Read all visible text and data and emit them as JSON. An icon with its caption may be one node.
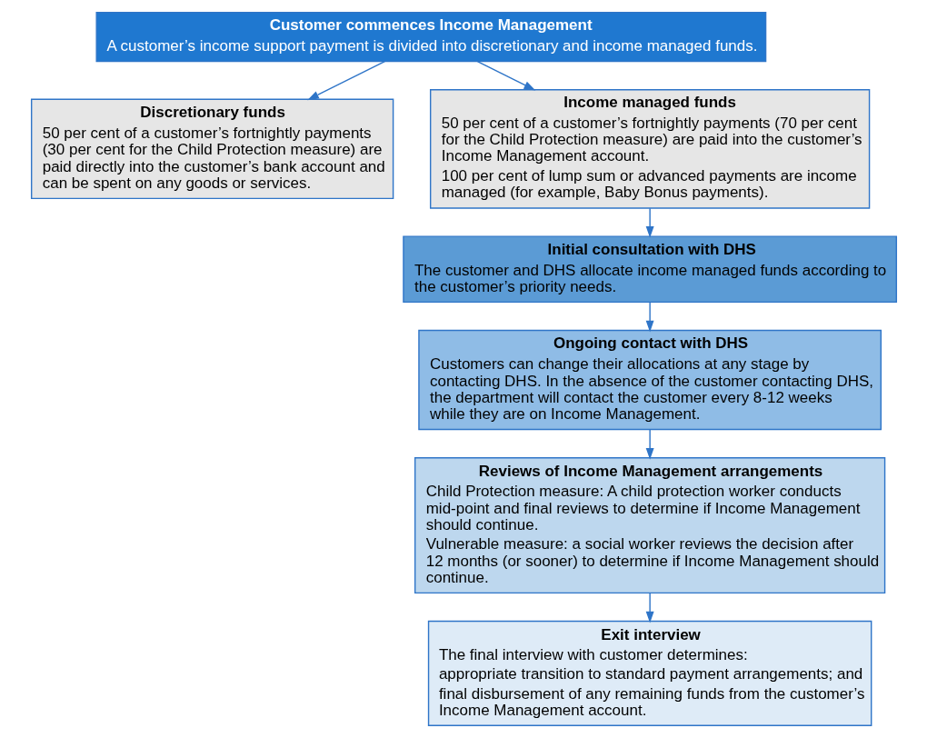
{
  "diagram": {
    "nodes": [
      {
        "text": [
          "Customer commences Income Management",
          "A customer’s income support payment is divided into discretionary and income managed funds."
        ]
      },
      {
        "text": [
          "Discretionary funds",
          "50 per cent of a customer’s fortnightly payments (30 per cent for the Child Protection measure) are paid directly into the customer’s bank account and can be spent on any goods or services."
        ]
      },
      {
        "text": [
          "Income managed funds",
          "50 per cent of a customer’s fortnightly payments (70 per cent for the Child Protection measure) are paid into the customer’s Income Management account.",
          "100 per cent of lump sum or advanced payments are income managed (for example, Baby Bonus payments)."
        ]
      },
      {
        "text": [
          "Initial consultation with DHS",
          "The customer and DHS allocate income managed funds according to the customer’s priority needs."
        ]
      },
      {
        "text": [
          "Ongoing contact with DHS",
          "Customers can change their allocations at any stage by contacting DHS. In the absence of the customer contacting DHS, the department will contact the customer every 8-12 weeks while they are on Income Management."
        ]
      },
      {
        "text": [
          "Reviews of Income Management arrangements",
          "Child Protection measure: A child protection worker conducts mid-point and final reviews to determine if Income Management should continue.",
          "Vulnerable measure: a social worker reviews the decision after 12 months (or sooner) to determine if Income Management should continue."
        ]
      },
      {
        "text": [
          "Exit interview",
          "The final interview with customer determines:",
          "appropriate transition to standard payment arrangements; and",
          "final disbursement of any remaining funds from the customer’s Income Management account."
        ]
      }
    ],
    "edges": [
      {
        "from": 0,
        "to": 1,
        "arrow": "to"
      },
      {
        "from": 0,
        "to": 2,
        "arrow": "to"
      },
      {
        "from": 2,
        "to": 3,
        "arrow": "to"
      },
      {
        "from": 3,
        "to": 4,
        "arrow": "to"
      },
      {
        "from": 4,
        "to": 5,
        "arrow": "to"
      },
      {
        "from": 5,
        "to": 6,
        "arrow": "to"
      }
    ]
  }
}
